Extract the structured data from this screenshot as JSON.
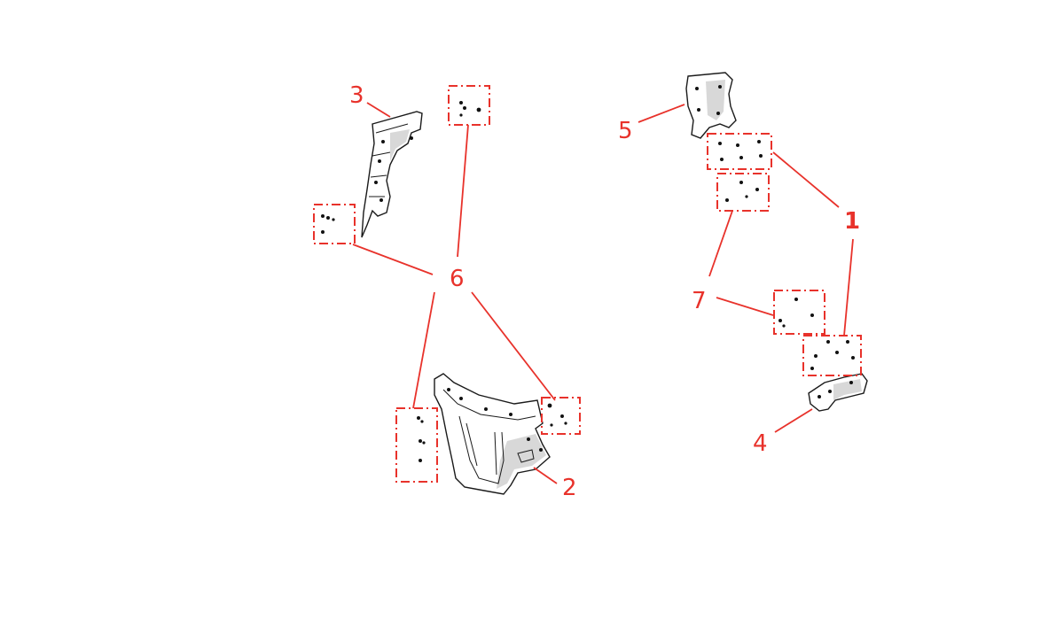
{
  "callouts": {
    "c1": "1",
    "c2": "2",
    "c3": "3",
    "c4": "4",
    "c5": "5",
    "c6": "6",
    "c7": "7"
  },
  "colors": {
    "accent": "#e8322b",
    "linework": "#1a1a1a"
  },
  "parts": [
    {
      "id": "part-2",
      "shape": "large inner panel bracket"
    },
    {
      "id": "part-3",
      "shape": "narrow angled bracket"
    },
    {
      "id": "part-4",
      "shape": "small lower bracket"
    },
    {
      "id": "part-5",
      "shape": "upper mounting plate"
    }
  ]
}
